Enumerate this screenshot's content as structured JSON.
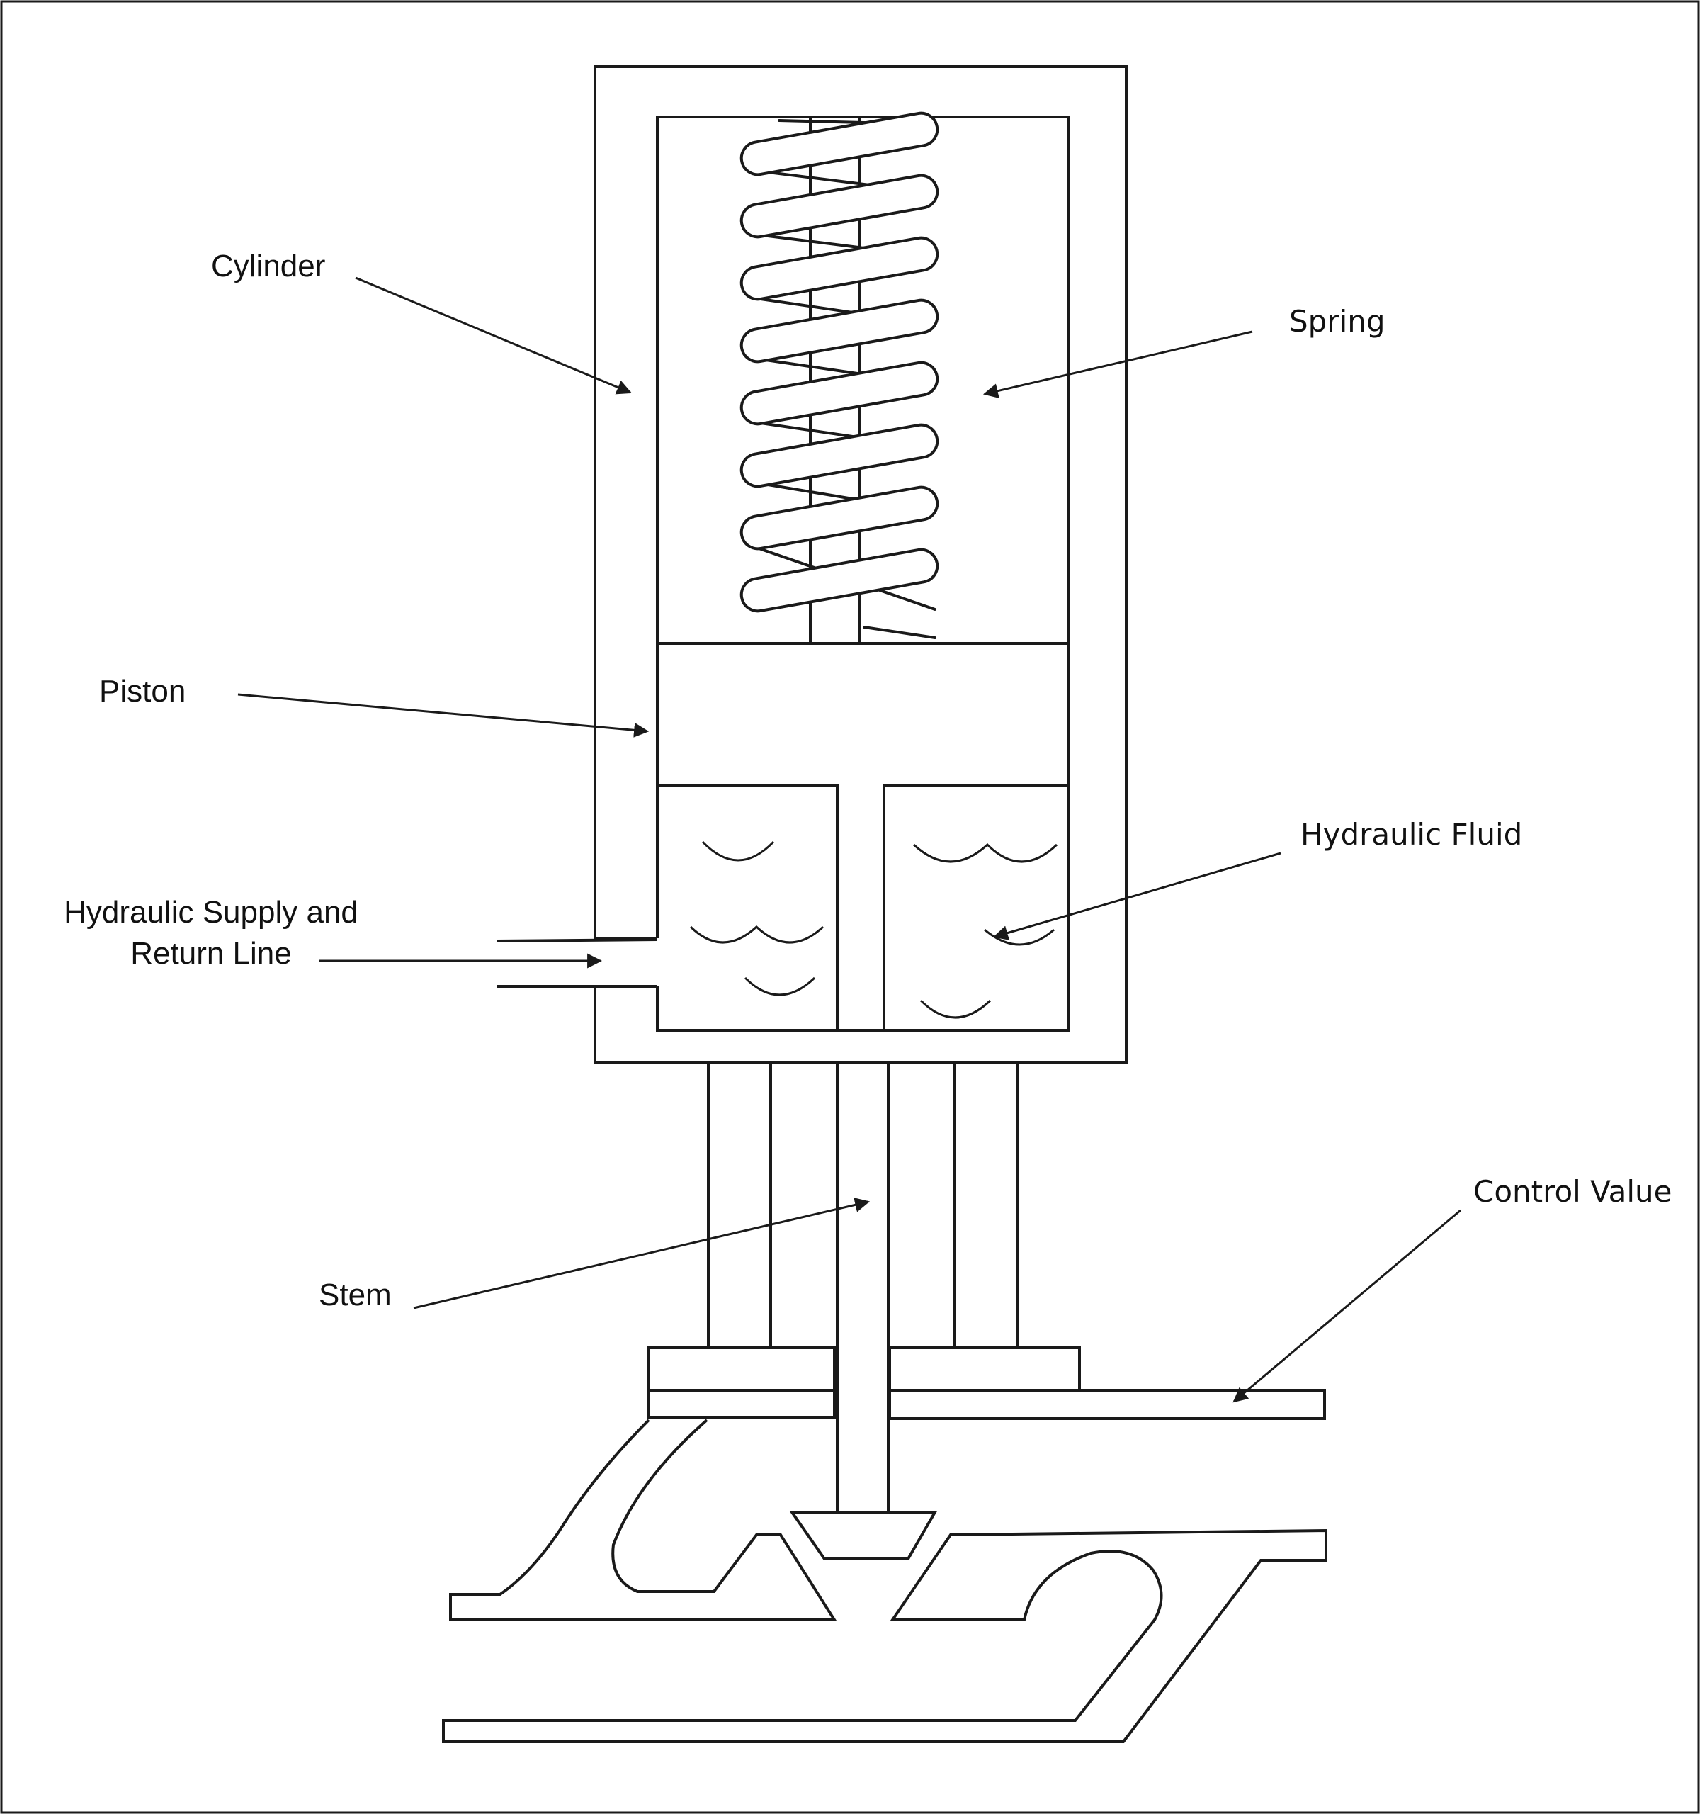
{
  "labels": {
    "cylinder": "Cylinder",
    "spring": "Spring",
    "piston": "Piston",
    "hydraulic_fluid": "Hydraulic Fluid",
    "supply_line_1": "Hydraulic Supply and",
    "supply_line_2": "Return Line",
    "stem": "Stem",
    "control_value": "Control Value"
  },
  "colors": {
    "line": "#1a1a1a",
    "background": "#ffffff"
  }
}
